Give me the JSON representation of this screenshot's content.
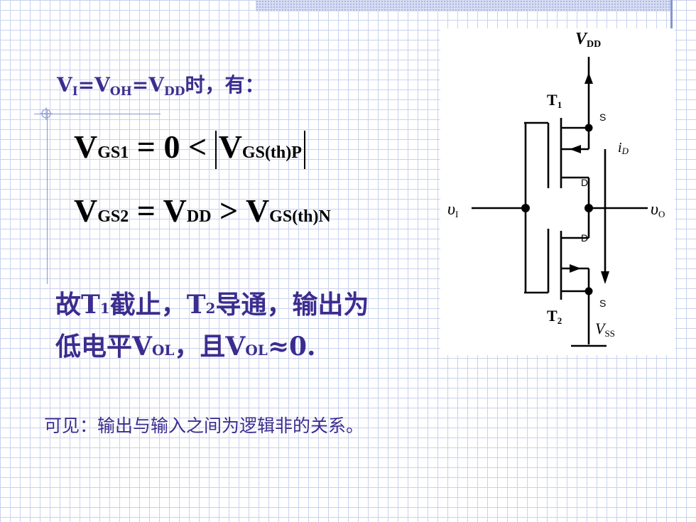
{
  "condition": {
    "v": "V",
    "i": "I",
    "eq": "=",
    "oh": "OH",
    "dd": "DD",
    "rest": "时，有："
  },
  "equations": {
    "eq1": {
      "lhs_v": "V",
      "lhs_sub": "GS1",
      "op": " = 0 < ",
      "rhs_v": "V",
      "rhs_sub": "GS(th)P"
    },
    "eq2": {
      "lhs_v": "V",
      "lhs_sub": "GS2",
      "op": " = ",
      "mid_v": "V",
      "mid_sub": "DD",
      "op2": " > ",
      "rhs_v": "V",
      "rhs_sub": "GS(th)N"
    }
  },
  "conclusion": {
    "a": "故T",
    "a_sub": "1",
    "b": "截止，T",
    "b_sub": "2",
    "c": "导通，输出为",
    "d": "低电平V",
    "d_sub": "OL",
    "e": "，且V",
    "e_sub": "OL",
    "f": "≈0."
  },
  "summary": "可见：输出与输入之间为逻辑非的关系。",
  "circuit_labels": {
    "vdd": "V",
    "vdd_sub": "DD",
    "t1": "T",
    "t1_sub": "1",
    "t2": "T",
    "t2_sub": "2",
    "s": "S",
    "d": "D",
    "id": "i",
    "id_sub": "D",
    "vi": "υ",
    "vi_sub": "I",
    "vo": "υ",
    "vo_sub": "O",
    "vss": "V",
    "vss_sub": "SS"
  },
  "colors": {
    "text": "#3b2d8f",
    "grid": "#c9d2ee",
    "accent": "#8796cf"
  }
}
